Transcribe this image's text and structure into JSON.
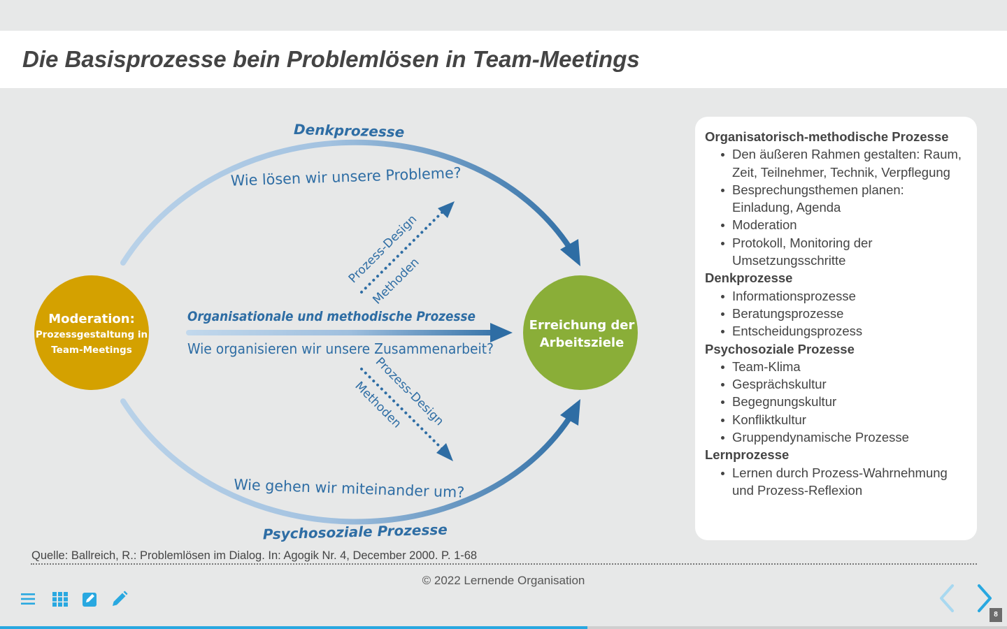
{
  "slide": {
    "title": "Die Basisprozesse bein Problemlösen in Team-Meetings",
    "page_number": "8",
    "progress": 0.583
  },
  "diagram": {
    "top_label": "Denkprozesse",
    "top_question": "Wie lösen wir unsere Probleme?",
    "middle_label": "Organisationale und methodische Prozesse",
    "middle_question": "Wie organisieren wir unsere Zusammenarbeit?",
    "bottom_question": "Wie gehen wir miteinander um?",
    "bottom_label": "Psychosoziale Prozesse",
    "upper_diag_label_1": "Prozess-Design",
    "upper_diag_label_2": "Methoden",
    "lower_diag_label_1": "Prozess-Design",
    "lower_diag_label_2": "Methoden",
    "left_circle": {
      "title": "Moderation:",
      "line1": "Prozessgestaltung in",
      "line2": "Team-Meetings",
      "color": "#d4a100"
    },
    "right_circle": {
      "line1": "Erreichung der",
      "line2": "Arbeitsziele",
      "color": "#8aae38"
    },
    "accent_color": "#2e6da4"
  },
  "info_box": {
    "sections": [
      {
        "title": "Organisatorisch-methodische Prozesse",
        "items": [
          "Den äußeren Rahmen gestalten: Raum, Zeit, Teilnehmer, Technik, Verpflegung",
          "Besprechungsthemen planen: Einladung, Agenda",
          "Moderation",
          "Protokoll, Monitoring der Umsetzungsschritte"
        ]
      },
      {
        "title": "Denkprozesse",
        "items": [
          "Informationsprozesse",
          "Beratungsprozesse",
          "Entscheidungsprozess"
        ]
      },
      {
        "title": "Psychosoziale Prozesse",
        "items": [
          "Team-Klima",
          "Gesprächskultur",
          "Begegnungskultur",
          "Konfliktkultur",
          "Gruppendynamische Prozesse"
        ]
      },
      {
        "title": "Lernprozesse",
        "items": [
          "Lernen durch Prozess-Wahrnehmung und Prozess-Reflexion"
        ]
      }
    ]
  },
  "footer": {
    "source": "Quelle: Ballreich, R.: Problemlösen im Dialog. In: Agogik Nr. 4, December 2000. P. 1-68",
    "copyright": "© 2022 Lernende Organisation"
  },
  "toolbar": {
    "icons": [
      "menu-icon",
      "grid-icon",
      "edit-box-icon",
      "pencil-icon"
    ],
    "color": "#29a8e0"
  },
  "navigation": {
    "prev_color": "#a8d8f0",
    "next_color": "#29a8e0"
  }
}
